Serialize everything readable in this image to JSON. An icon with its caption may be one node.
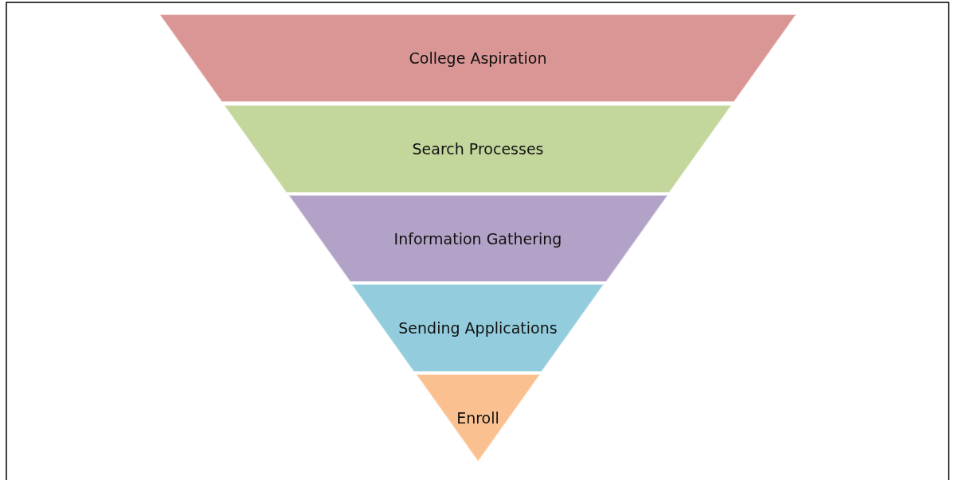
{
  "diagram": {
    "nodes": [
      {
        "text": [
          "College Aspiration"
        ]
      },
      {
        "text": [
          "Search Processes"
        ]
      },
      {
        "text": [
          "Information Gathering"
        ]
      },
      {
        "text": [
          "Sending Applications"
        ]
      },
      {
        "text": [
          "Enroll"
        ]
      }
    ]
  }
}
